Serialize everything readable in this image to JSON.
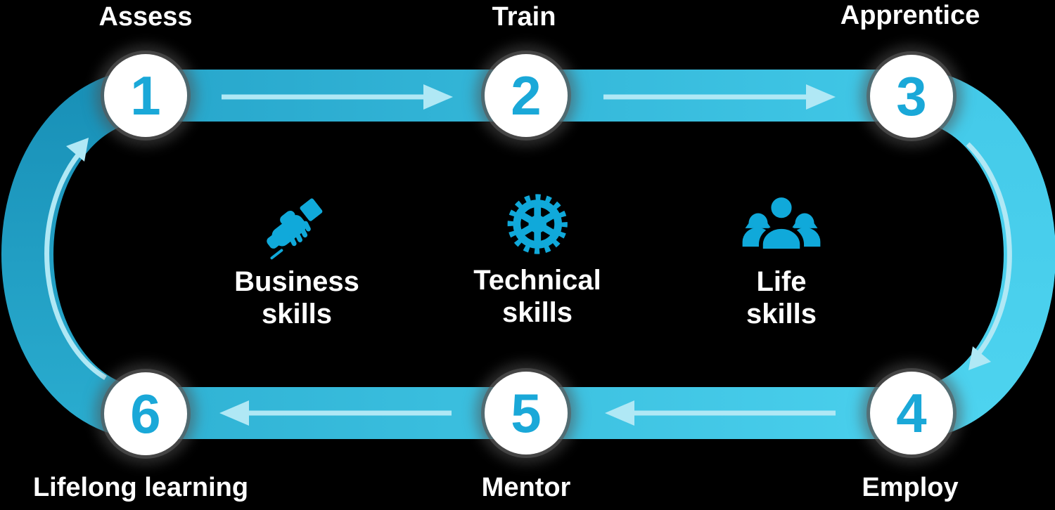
{
  "diagram": {
    "steps": [
      {
        "number": "1",
        "label": "Assess"
      },
      {
        "number": "2",
        "label": "Train"
      },
      {
        "number": "3",
        "label": "Apprentice"
      },
      {
        "number": "4",
        "label": "Employ"
      },
      {
        "number": "5",
        "label": "Mentor"
      },
      {
        "number": "6",
        "label": "Lifelong learning"
      }
    ],
    "skills": [
      {
        "icon": "handshake-icon",
        "lines": [
          "Business",
          "skills"
        ]
      },
      {
        "icon": "gear-icon",
        "lines": [
          "Technical",
          "skills"
        ]
      },
      {
        "icon": "people-icon",
        "lines": [
          "Life",
          "skills"
        ]
      }
    ],
    "flow": "clockwise-loop",
    "colors": {
      "background": "#000000",
      "band_top_start": "#27a6cb",
      "band_top_end": "#41c8e7",
      "band_right": "#4dd3ef",
      "band_bottom_start": "#4ad0ed",
      "band_bottom_end": "#2fb2d4",
      "band_left_bottom": "#29abce",
      "band_left_top": "#1991b8",
      "arrow": "#b0e8f5",
      "circle_fill": "#ffffff",
      "circle_halo": "#585858",
      "number_text": "#1aa8d8",
      "icon": "#10a9da",
      "label_text": "#ffffff"
    }
  }
}
